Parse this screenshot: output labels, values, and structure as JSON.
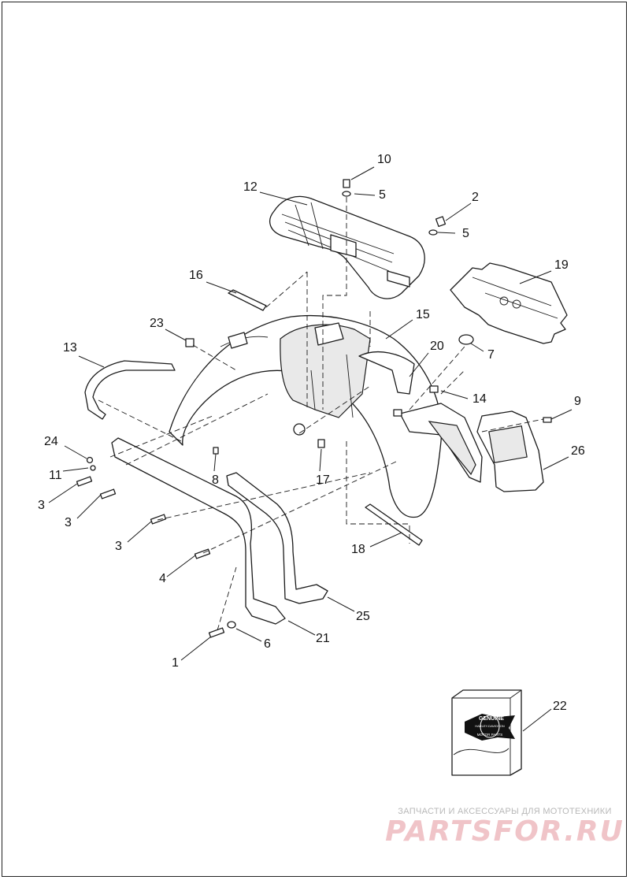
{
  "callouts": [
    {
      "id": "c10",
      "text": "10"
    },
    {
      "id": "c5a",
      "text": "5"
    },
    {
      "id": "c2",
      "text": "2"
    },
    {
      "id": "c5b",
      "text": "5"
    },
    {
      "id": "c12",
      "text": "12"
    },
    {
      "id": "c19",
      "text": "19"
    },
    {
      "id": "c16",
      "text": "16"
    },
    {
      "id": "c15",
      "text": "15"
    },
    {
      "id": "c23",
      "text": "23"
    },
    {
      "id": "c7",
      "text": "7"
    },
    {
      "id": "c20",
      "text": "20"
    },
    {
      "id": "c13",
      "text": "13"
    },
    {
      "id": "c14",
      "text": "14"
    },
    {
      "id": "c9",
      "text": "9"
    },
    {
      "id": "c26",
      "text": "26"
    },
    {
      "id": "c24",
      "text": "24"
    },
    {
      "id": "c11",
      "text": "11"
    },
    {
      "id": "c8",
      "text": "8"
    },
    {
      "id": "c17",
      "text": "17"
    },
    {
      "id": "c3a",
      "text": "3"
    },
    {
      "id": "c3b",
      "text": "3"
    },
    {
      "id": "c3c",
      "text": "3"
    },
    {
      "id": "c18",
      "text": "18"
    },
    {
      "id": "c4",
      "text": "4"
    },
    {
      "id": "c25",
      "text": "25"
    },
    {
      "id": "c6",
      "text": "6"
    },
    {
      "id": "c21",
      "text": "21"
    },
    {
      "id": "c1",
      "text": "1"
    },
    {
      "id": "c22",
      "text": "22"
    }
  ],
  "emblem": {
    "line1": "GENUINE",
    "line2": "HARLEY-DAVIDSON",
    "line3": "MOTOR PARTS"
  },
  "watermark": {
    "small": "ЗАПЧАСТИ И АКСЕССУАРЫ ДЛЯ МОТОТЕХНИКИ",
    "big": "PARTSFOR.RU"
  }
}
